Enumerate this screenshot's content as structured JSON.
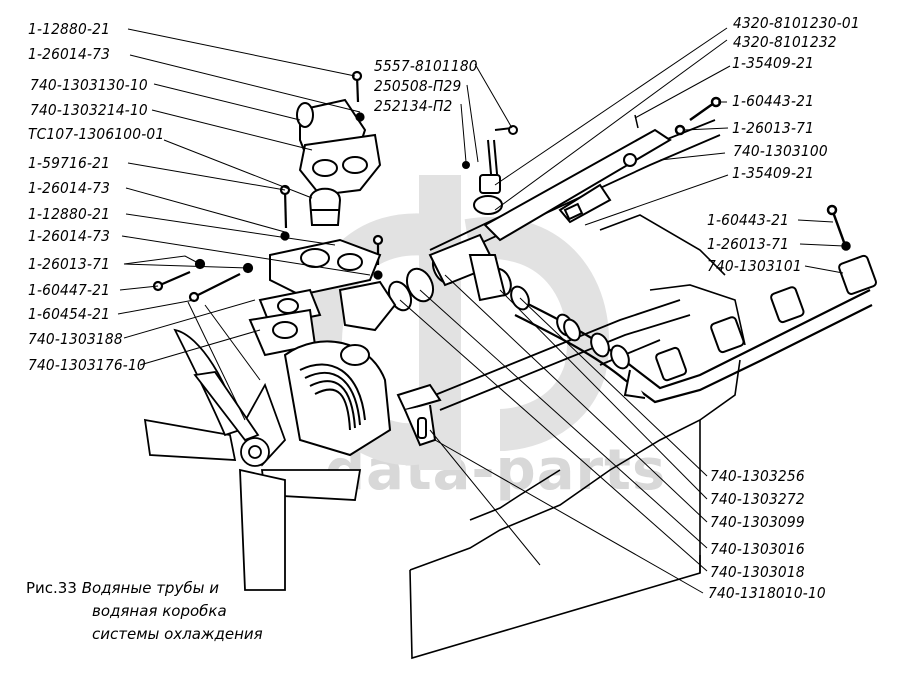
{
  "figure": {
    "number_label": "Рис.33",
    "caption_lines": [
      "Водяные трубы и",
      "водяная коробка",
      "системы охлаждения"
    ],
    "watermark": "data-parts",
    "subject": "Water pipes and water box of the cooling system"
  },
  "labels_left": [
    {
      "id": "l1",
      "text": "1-12880-21"
    },
    {
      "id": "l2",
      "text": "1-26014-73"
    },
    {
      "id": "l3",
      "text": "740-1303130-10"
    },
    {
      "id": "l4",
      "text": "740-1303214-10"
    },
    {
      "id": "l5",
      "text": "ТС107-1306100-01"
    },
    {
      "id": "l6",
      "text": "1-59716-21"
    },
    {
      "id": "l7",
      "text": "1-26014-73"
    },
    {
      "id": "l8",
      "text": "1-12880-21"
    },
    {
      "id": "l9",
      "text": "1-26014-73"
    },
    {
      "id": "l10",
      "text": "1-26013-71"
    },
    {
      "id": "l11",
      "text": "1-60447-21"
    },
    {
      "id": "l12",
      "text": "1-60454-21"
    },
    {
      "id": "l13",
      "text": "740-1303188"
    },
    {
      "id": "l14",
      "text": "740-1303176-10"
    }
  ],
  "labels_top_center": [
    {
      "id": "c1",
      "text": "5557-8101180"
    },
    {
      "id": "c2",
      "text": "250508-П29"
    },
    {
      "id": "c3",
      "text": "252134-П2"
    }
  ],
  "labels_right_top": [
    {
      "id": "r1",
      "text": "4320-8101230-01"
    },
    {
      "id": "r2",
      "text": "4320-8101232"
    },
    {
      "id": "r3",
      "text": "1-35409-21"
    },
    {
      "id": "r4",
      "text": "1-60443-21"
    },
    {
      "id": "r5",
      "text": "1-26013-71"
    },
    {
      "id": "r6",
      "text": "740-1303100"
    },
    {
      "id": "r7",
      "text": "1-35409-21"
    }
  ],
  "labels_right_mid": [
    {
      "id": "m1",
      "text": "1-60443-21"
    },
    {
      "id": "m2",
      "text": "1-26013-71"
    },
    {
      "id": "m3",
      "text": "740-1303101"
    }
  ],
  "labels_right_bottom": [
    {
      "id": "b1",
      "text": "740-1303256"
    },
    {
      "id": "b2",
      "text": "740-1303272"
    },
    {
      "id": "b3",
      "text": "740-1303099"
    },
    {
      "id": "b4",
      "text": "740-1303016"
    },
    {
      "id": "b5",
      "text": "740-1303018"
    },
    {
      "id": "b6",
      "text": "740-1318010-10"
    }
  ]
}
